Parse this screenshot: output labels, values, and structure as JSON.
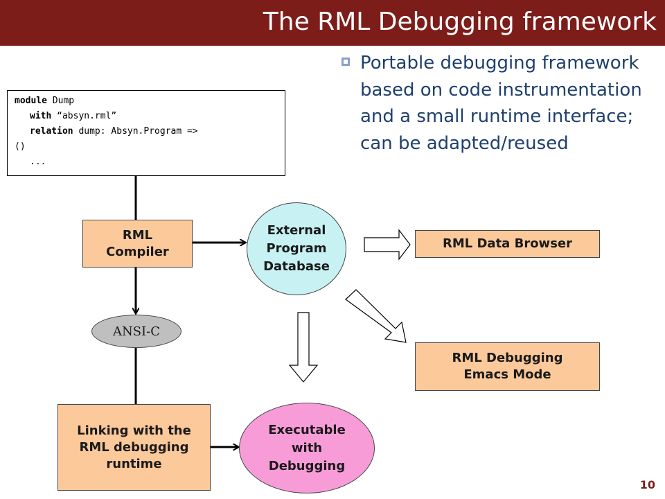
{
  "title": "The RML Debugging framework",
  "bullet": "Portable debugging framework based on code instrumentation and a small runtime interface; can be adapted/reused",
  "code": {
    "line1": {
      "kw": "module",
      "rest": " Dump"
    },
    "line2": {
      "kw": "with",
      "rest": " “absyn.rml”"
    },
    "line3": {
      "kw": "relation",
      "rest": " dump: Absyn.Program =>"
    },
    "line4": {
      "rest": "()"
    },
    "line5": {
      "rest": "..."
    }
  },
  "nodes": {
    "rml_compiler": "RML Compiler",
    "external_db": "External Program Database",
    "ansi_c": "ANSI-C",
    "linking": "Linking with the RML debugging runtime",
    "executable": "Executable with Debugging",
    "data_browser": "RML Data Browser",
    "emacs_mode": "RML Debugging Emacs Mode"
  },
  "page_number": "10",
  "colors": {
    "title_bar": "#7d1d1a",
    "box_fill": "#fcc99b",
    "db_ellipse": "#c7f1f3",
    "exec_ellipse": "#f89cd8",
    "ansi_fill": "#bfbfbf",
    "bullet_text": "#1f3f6e"
  }
}
